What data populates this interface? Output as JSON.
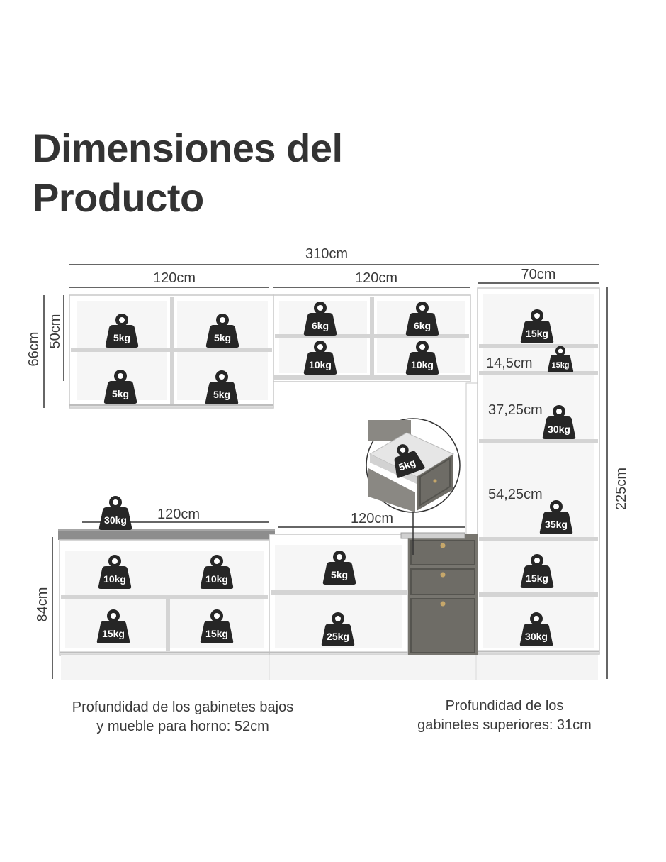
{
  "title": {
    "line1": "Dimensiones del",
    "line2": "Producto"
  },
  "dimensions": {
    "total_width": "310cm",
    "upper_left_width": "120cm",
    "upper_middle_width": "120cm",
    "tall_width": "70cm",
    "upper_total_height": "66cm",
    "upper_body_height": "50cm",
    "niche_small": "14,5cm",
    "niche_medium": "37,25cm",
    "niche_large": "54,25cm",
    "tall_height": "225cm",
    "lower_left_width": "120cm",
    "lower_middle_width": "120cm",
    "lower_height": "84cm"
  },
  "weights": {
    "upper_left": [
      "5kg",
      "5kg",
      "5kg",
      "5kg"
    ],
    "upper_middle": [
      "6kg",
      "6kg",
      "10kg",
      "10kg"
    ],
    "tall": [
      "15kg",
      "15kg",
      "30kg",
      "35kg",
      "15kg",
      "30kg"
    ],
    "drawer": "5kg",
    "countertop": "30kg",
    "lower_left": [
      "10kg",
      "10kg",
      "15kg",
      "15kg"
    ],
    "lower_middle": [
      "5kg",
      "25kg"
    ]
  },
  "notes": {
    "lower_depth_line1": "Profundidad de los gabinetes bajos",
    "lower_depth_line2": "y mueble para horno: 52cm",
    "upper_depth_line1": "Profundidad de los",
    "upper_depth_line2": "gabinetes superiores: 31cm"
  },
  "colors": {
    "text": "#3a3a3a",
    "cabinet": "#ffffff",
    "cabinet_edge": "#c8c8c8",
    "drawer_front": "#6e6c66",
    "countertop": "#8d8d8d",
    "weight_icon": "#262626"
  }
}
